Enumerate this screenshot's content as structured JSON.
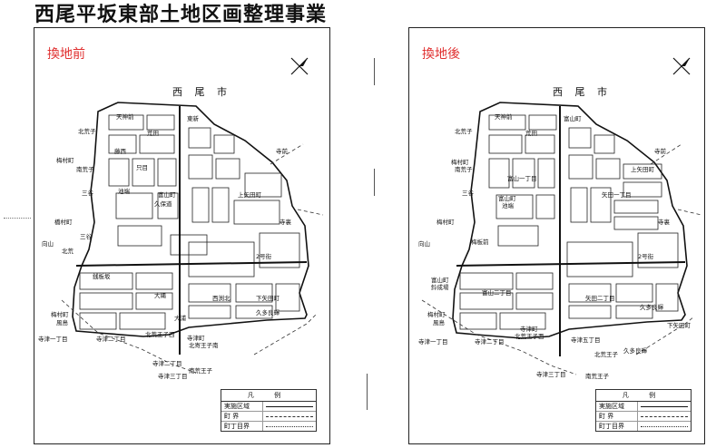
{
  "title": "西尾平坂東部土地区画整理事業",
  "before": {
    "phase_label": "換地前",
    "city_label": "西 尾 市",
    "place_labels": [
      "天神前",
      "東新",
      "北荒子",
      "荒田",
      "藤西",
      "寺前",
      "梅村町",
      "南荒子",
      "只目",
      "三谷",
      "池端",
      "富山町",
      "久保道",
      "上矢田町",
      "寺裏",
      "橋村町",
      "三谷",
      "北荒",
      "向山",
      "銭板坂",
      "2号街",
      "大縄",
      "西渕北",
      "下矢田町",
      "久多良輝",
      "梅村町",
      "風島",
      "大浦",
      "寺津一丁目",
      "寺津二丁目",
      "北荒王子西",
      "寺津町",
      "北寄王子南",
      "寺津二丁目",
      "寺津三丁目",
      "南荒王子"
    ]
  },
  "after": {
    "phase_label": "換地後",
    "city_label": "西 尾 市",
    "place_labels": [
      "天神前",
      "富山町",
      "北荒子",
      "荒田",
      "寺前",
      "梅村町",
      "南荒子",
      "富山一丁目",
      "上矢田町",
      "三谷",
      "富山町",
      "池端",
      "矢田一丁目",
      "寺裏",
      "梅村町",
      "梅板前",
      "向山",
      "2号街",
      "富山町",
      "鈴成場",
      "富山二丁目",
      "矢田二丁目",
      "久多良輝",
      "梅村町",
      "風島",
      "寺津町",
      "北荒王子西",
      "寺津五丁目",
      "下矢田町",
      "寺津一丁目",
      "寺津二丁目",
      "久多良輝",
      "北荒王子",
      "寺津三丁目",
      "南荒王子"
    ]
  },
  "legend": {
    "heading": "凡 例",
    "items": [
      "実施区域",
      "町 界",
      "町丁目界"
    ]
  },
  "icons": {
    "compass": "north-arrow-icon"
  },
  "colors": {
    "phase_label": "#e03030",
    "line": "#111111"
  }
}
